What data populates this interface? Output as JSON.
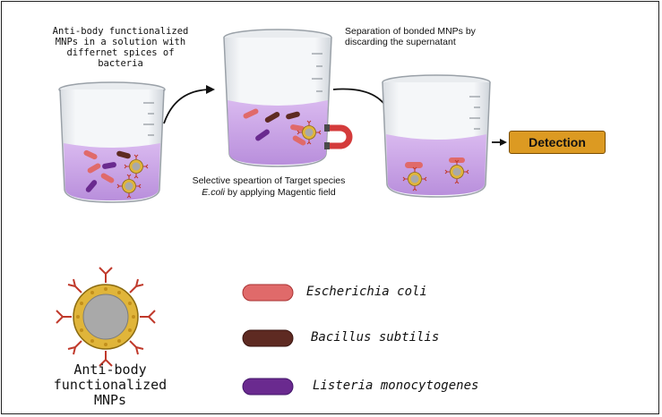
{
  "figure": {
    "step1_caption": "Anti-body functionalized MNPs in a solution with differnet spices of bacteria",
    "step2_caption_pre": "Selective speartion of Target species ",
    "step2_caption_em": "E.coli",
    "step2_caption_post": " by applying Magentic field",
    "step3_caption": "Separation of bonded MNPs by discarding the supernatant",
    "detection_label": "Detection"
  },
  "legend": {
    "mnp_label": "Anti-body functionalized MNPs",
    "items": [
      {
        "label": "Escherichia coli",
        "color": "#e06a6a"
      },
      {
        "label": "Bacillus subtilis",
        "color": "#5e2a22"
      },
      {
        "label": "Listeria monocytogenes",
        "color": "#6a2a8f"
      }
    ]
  },
  "colors": {
    "liquid": "#c7a3e6",
    "detection_box": "#dc9a22",
    "mnp_core": "#a9a9a9",
    "mnp_shell": "#e0b53a",
    "antibody": "#c0392b"
  }
}
